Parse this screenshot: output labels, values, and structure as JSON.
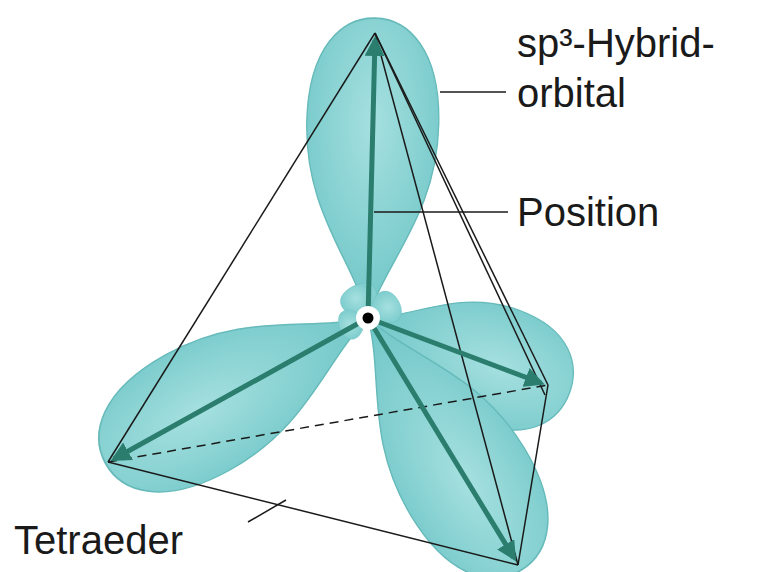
{
  "diagram": {
    "labels": [
      "sp³-Hybrid- orbital",
      "Position",
      "Tetraeder"
    ]
  }
}
